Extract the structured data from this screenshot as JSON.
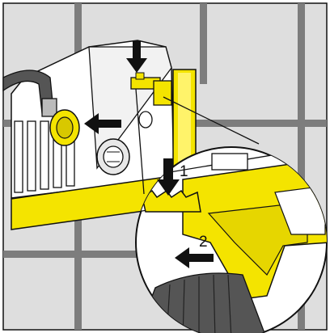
{
  "callouts": [
    {
      "number": "1"
    },
    {
      "number": "2"
    }
  ],
  "colors": {
    "background": "#dedede",
    "wall_tile": "#d3d3d3",
    "grout": "#7d7d7d",
    "appliance_body": "#ffffff",
    "accent_yellow": "#f4e400",
    "outline": "#111111",
    "hose": "#555555",
    "arrow": "#111111"
  },
  "icons": [
    "down-arrow-icon",
    "left-arrow-icon",
    "hose-connector",
    "detail-magnifier"
  ]
}
